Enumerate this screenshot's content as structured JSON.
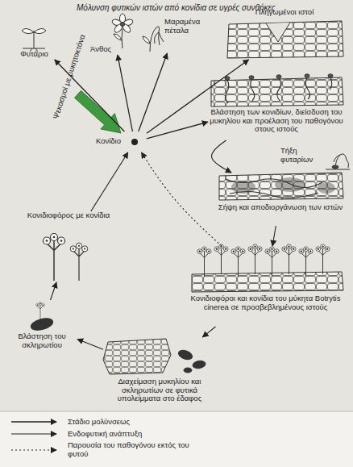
{
  "diagram": {
    "title": "Μόλυνση φυτικών ιστών από κονίδια σε υγρές συνθήκες",
    "nodes": [
      {
        "text": [
          "Φυτάριο"
        ]
      },
      {
        "text": [
          "Άνθος"
        ]
      },
      {
        "text": [
          "Μαραμένα πέταλα"
        ]
      },
      {
        "text": [
          "Πληγωμένοι ιστοί"
        ]
      },
      {
        "text": [
          "Βλάστηση των κονιδίων, διείσδυση του μυκηλίου και προέλαση του παθογόνου στους ιστούς"
        ]
      },
      {
        "text": [
          "Κονίδιο"
        ]
      },
      {
        "text": [
          "Τήξη φυταρίων"
        ]
      },
      {
        "text": [
          "Σήψη και αποδιοργάνωση των ιστών"
        ]
      },
      {
        "text": [
          "Κονιδιοφόρος με κονίδια"
        ]
      },
      {
        "text": [
          "Κονιδιοφόροι και κονίδια του μύκητα Botrytis cinerea σε προσβεβλημένους ιστούς"
        ]
      },
      {
        "text": [
          "Βλάστηση του σκληρωτίου"
        ]
      },
      {
        "text": [
          "Διαχείμαση μυκηλίου και σκληρωτίων σε φυτικά υπολείμματα στο έδαφος"
        ]
      }
    ],
    "edges": [
      {
        "from": 5,
        "to": 0,
        "arrow": "to"
      },
      {
        "from": 5,
        "to": 1,
        "arrow": "to"
      },
      {
        "from": 5,
        "to": 2,
        "arrow": "to"
      },
      {
        "from": 5,
        "to": 3,
        "arrow": "to"
      },
      {
        "from": 5,
        "to": 4,
        "arrow": "to"
      },
      {
        "from": 4,
        "to": 7,
        "arrow": "to"
      },
      {
        "from": 7,
        "to": 9,
        "arrow": "to"
      },
      {
        "from": 9,
        "to": 11,
        "arrow": "to"
      },
      {
        "from": 11,
        "to": 10,
        "arrow": "to"
      },
      {
        "from": 10,
        "to": 8,
        "arrow": "to"
      },
      {
        "from": 8,
        "to": 5,
        "arrow": "to"
      },
      {
        "from": 9,
        "to": 5,
        "arrow": "to"
      }
    ],
    "labels": [
      "Ψεκασμοί με μυκητοκτόνα"
    ],
    "legend": [
      {
        "text": "Στάδιο μολύνσεως"
      },
      {
        "text": "Ενδοφυτική ανάπτυξη"
      },
      {
        "text": "Παρουσία του παθογόνου εκτός του φυτού"
      }
    ]
  }
}
